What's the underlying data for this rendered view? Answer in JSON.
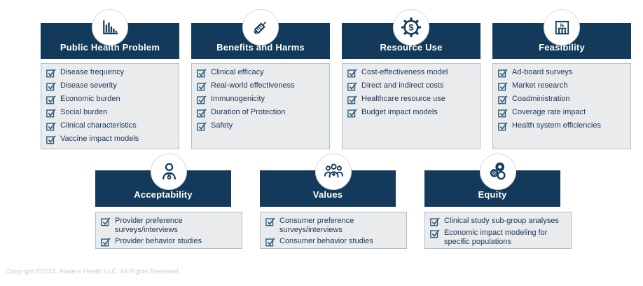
{
  "colors": {
    "header_bg": "#133A5A",
    "panel_bg": "#E9EBED",
    "panel_border": "#AFC0CB",
    "checkbox": "#2B5C7E",
    "item_text": "#16375B",
    "icon": "#133A5A",
    "footer_text": "#C9CCCE"
  },
  "panels": [
    {
      "id": "public-health-problem",
      "row": 1,
      "title": "Public Health Problem",
      "icon": "bar-chart-icon",
      "items": [
        "Disease frequency",
        "Disease severity",
        "Economic burden",
        "Social burden",
        "Clinical characteristics",
        "Vaccine impact models"
      ]
    },
    {
      "id": "benefits-and-harms",
      "row": 1,
      "title": "Benefits and Harms",
      "icon": "syringe-icon",
      "items": [
        "Clinical efficacy",
        "Real-world effectiveness",
        "Immunogenicity",
        "Duration of Protection",
        "Safety"
      ]
    },
    {
      "id": "resource-use",
      "row": 1,
      "title": "Resource Use",
      "icon": "gear-dollar-icon",
      "items": [
        "Cost-effectiveness model",
        "Direct and indirect costs",
        "Healthcare resource use",
        "Budget impact models"
      ]
    },
    {
      "id": "feasibility",
      "row": 1,
      "title": "Feasibility",
      "icon": "pharmacy-building-icon",
      "items": [
        "Ad-board surveys",
        "Market research",
        "Coadministration",
        "Coverage rate impact",
        "Health system efficiencies"
      ]
    },
    {
      "id": "acceptability",
      "row": 2,
      "title": "Acceptability",
      "icon": "provider-icon",
      "items": [
        "Provider preference surveys/interviews",
        "Provider behavior studies"
      ]
    },
    {
      "id": "values",
      "row": 2,
      "title": "Values",
      "icon": "consumers-group-icon",
      "items": [
        "Consumer preference surveys/interviews",
        "Consumer behavior studies"
      ]
    },
    {
      "id": "equity",
      "row": 2,
      "title": "Equity",
      "icon": "equity-circles-icon",
      "items": [
        "Clinical study sub-group analyses",
        "Economic impact modeling for specific populations"
      ]
    }
  ],
  "footer": {
    "text": "Copyright ©2024. Avalere Health LLC. All Rights Reserved."
  }
}
